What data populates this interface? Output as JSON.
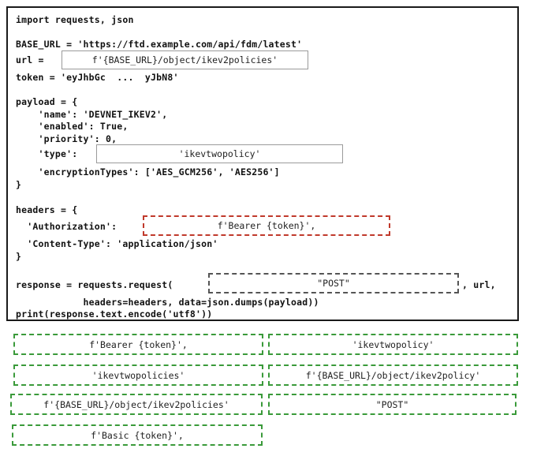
{
  "code": {
    "line_import": "import requests, json",
    "line_base_url": "BASE_URL = 'https://ftd.example.com/api/fdm/latest'",
    "line_url_prefix": "url = ",
    "slot_url": "f'{BASE_URL}/object/ikev2policies'",
    "line_token": "token = 'eyJhbGc  ...  yJbN8'",
    "line_payload_open": "payload = {",
    "line_name": "    'name': 'DEVNET_IKEV2',",
    "line_enabled": "    'enabled': True,",
    "line_priority": "    'priority': 0,",
    "line_type_prefix": "    'type': ",
    "slot_type": "'ikevtwopolicy'",
    "line_enc": "    'encryptionTypes': ['AES_GCM256', 'AES256']",
    "line_close1": "}",
    "line_headers_open": "headers = {",
    "line_auth_prefix": "  'Authorization': ",
    "slot_auth": "f'Bearer {token}',",
    "line_content_type": "  'Content-Type': 'application/json'",
    "line_close2": "}",
    "line_response_prefix": "response = requests.request(",
    "slot_method": "\"POST\"",
    "line_response_suffix": ", url,",
    "line_headers_args": "            headers=headers, data=json.dumps(payload))",
    "line_print": "print(response.text.encode('utf8'))"
  },
  "options": [
    "f'Bearer {token}',",
    "'ikevtwopolicy'",
    "'ikevtwopolicies'",
    "f'{BASE_URL}/object/ikev2policy'",
    "f'{BASE_URL}/object/ikev2policies'",
    "\"POST\"",
    "f'Basic {token}',"
  ],
  "colors": {
    "option_border": "#3a9a3a",
    "target_border_red": "#c0392b",
    "target_border_gray": "#555555"
  }
}
